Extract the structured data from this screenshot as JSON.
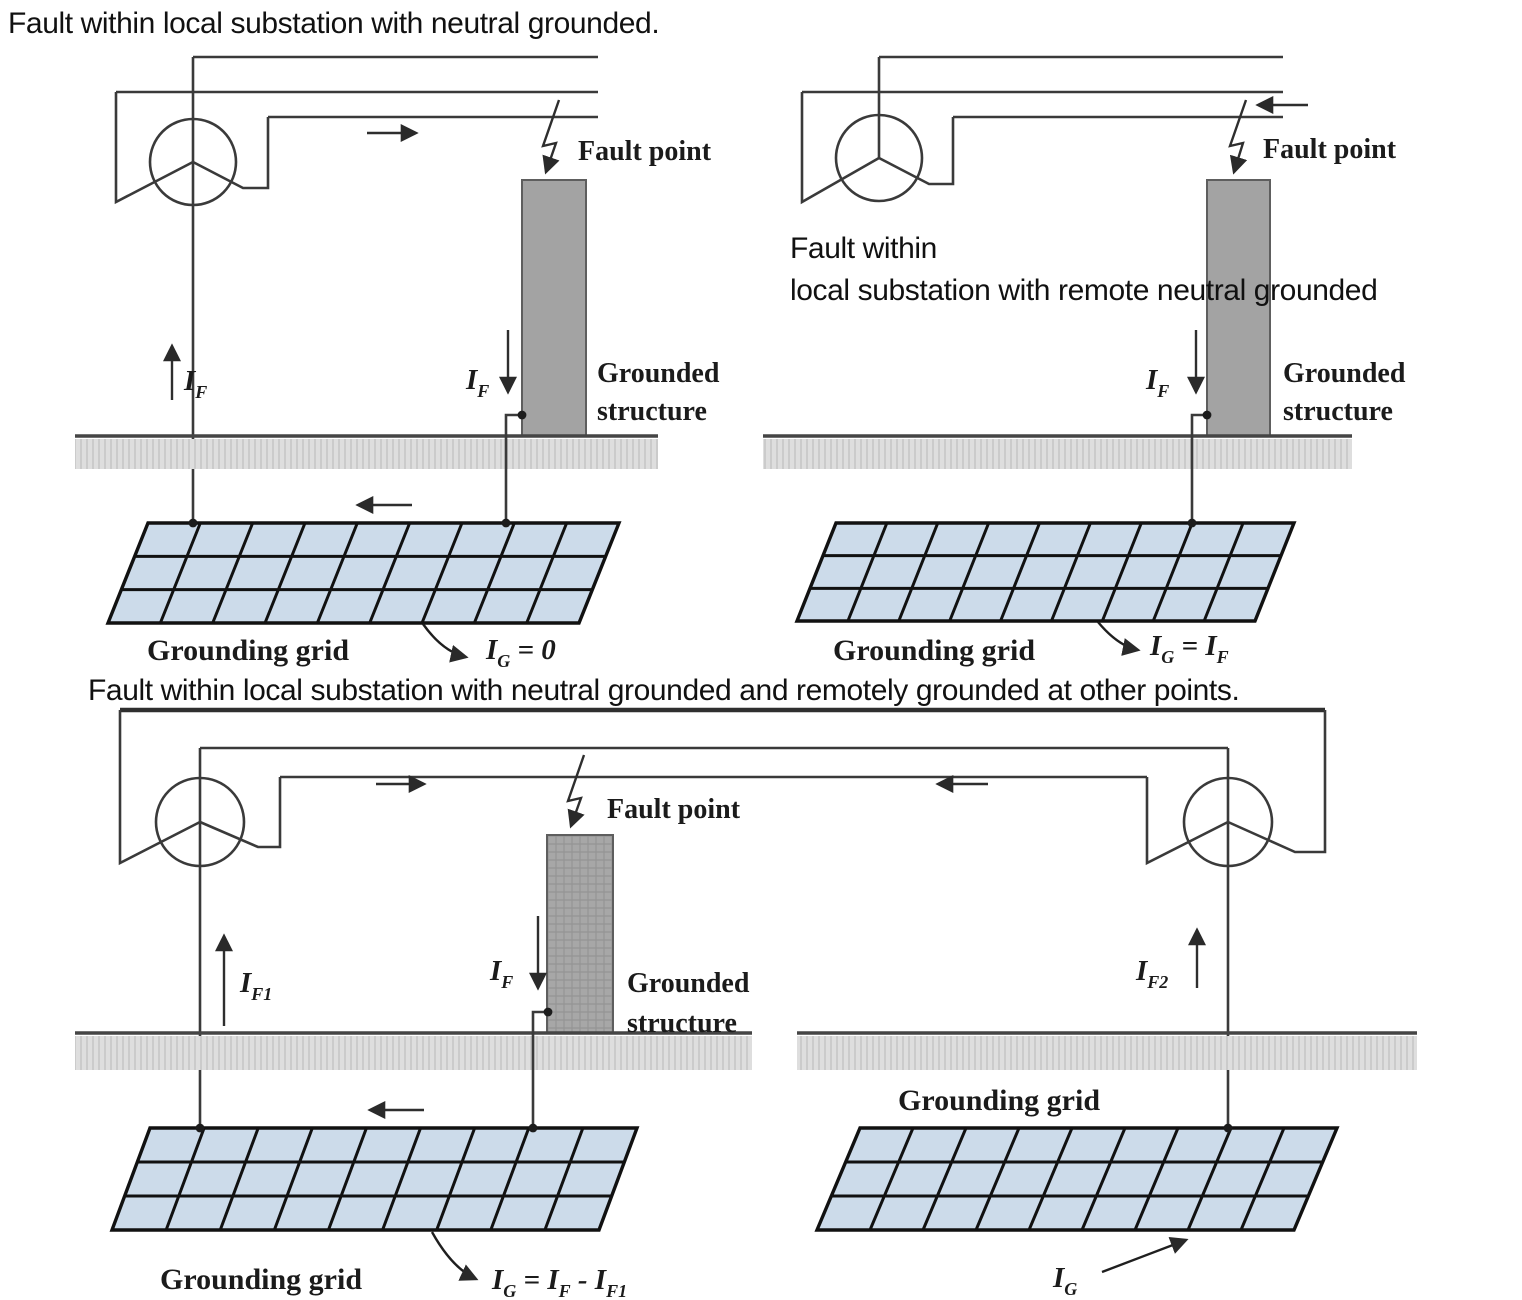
{
  "figures": {
    "fig1": {
      "caption": "Fault within local substation with neutral grounded.",
      "fault_point": "Fault point",
      "grounded_line1": "Grounded",
      "grounded_line2": "structure",
      "grounding_grid": "Grounding grid",
      "i_fault_up": "I_F",
      "i_fault_down": "I_F",
      "grid_current": "I_G = 0"
    },
    "fig2": {
      "caption_line1": "Fault within",
      "caption_line2": "local substation with remote neutral grounded",
      "fault_point": "Fault point",
      "grounded_line1": "Grounded",
      "grounded_line2": "structure",
      "grounding_grid": "Grounding grid",
      "i_fault_down": "I_F",
      "grid_current": "I_G = I_F"
    },
    "fig3": {
      "caption": "Fault within local substation with neutral grounded and remotely grounded at other points.",
      "fault_point": "Fault point",
      "grounded_line1": "Grounded",
      "grounded_line2": "structure",
      "grounding_grid_left": "Grounding grid",
      "grounding_grid_right": "Grounding grid",
      "i_fault_1": "I_F1",
      "i_fault": "I_F",
      "i_fault_2": "I_F2",
      "grid_current_left": "I_G = I_F - I_F1",
      "grid_current_right": "I_G"
    }
  },
  "colors": {
    "grid_cell": "#ccdbea",
    "grid_line": "#111111",
    "structure_gray": "#a3a3a3",
    "ground_band": "#dedede",
    "wire": "#3a3a3a"
  }
}
